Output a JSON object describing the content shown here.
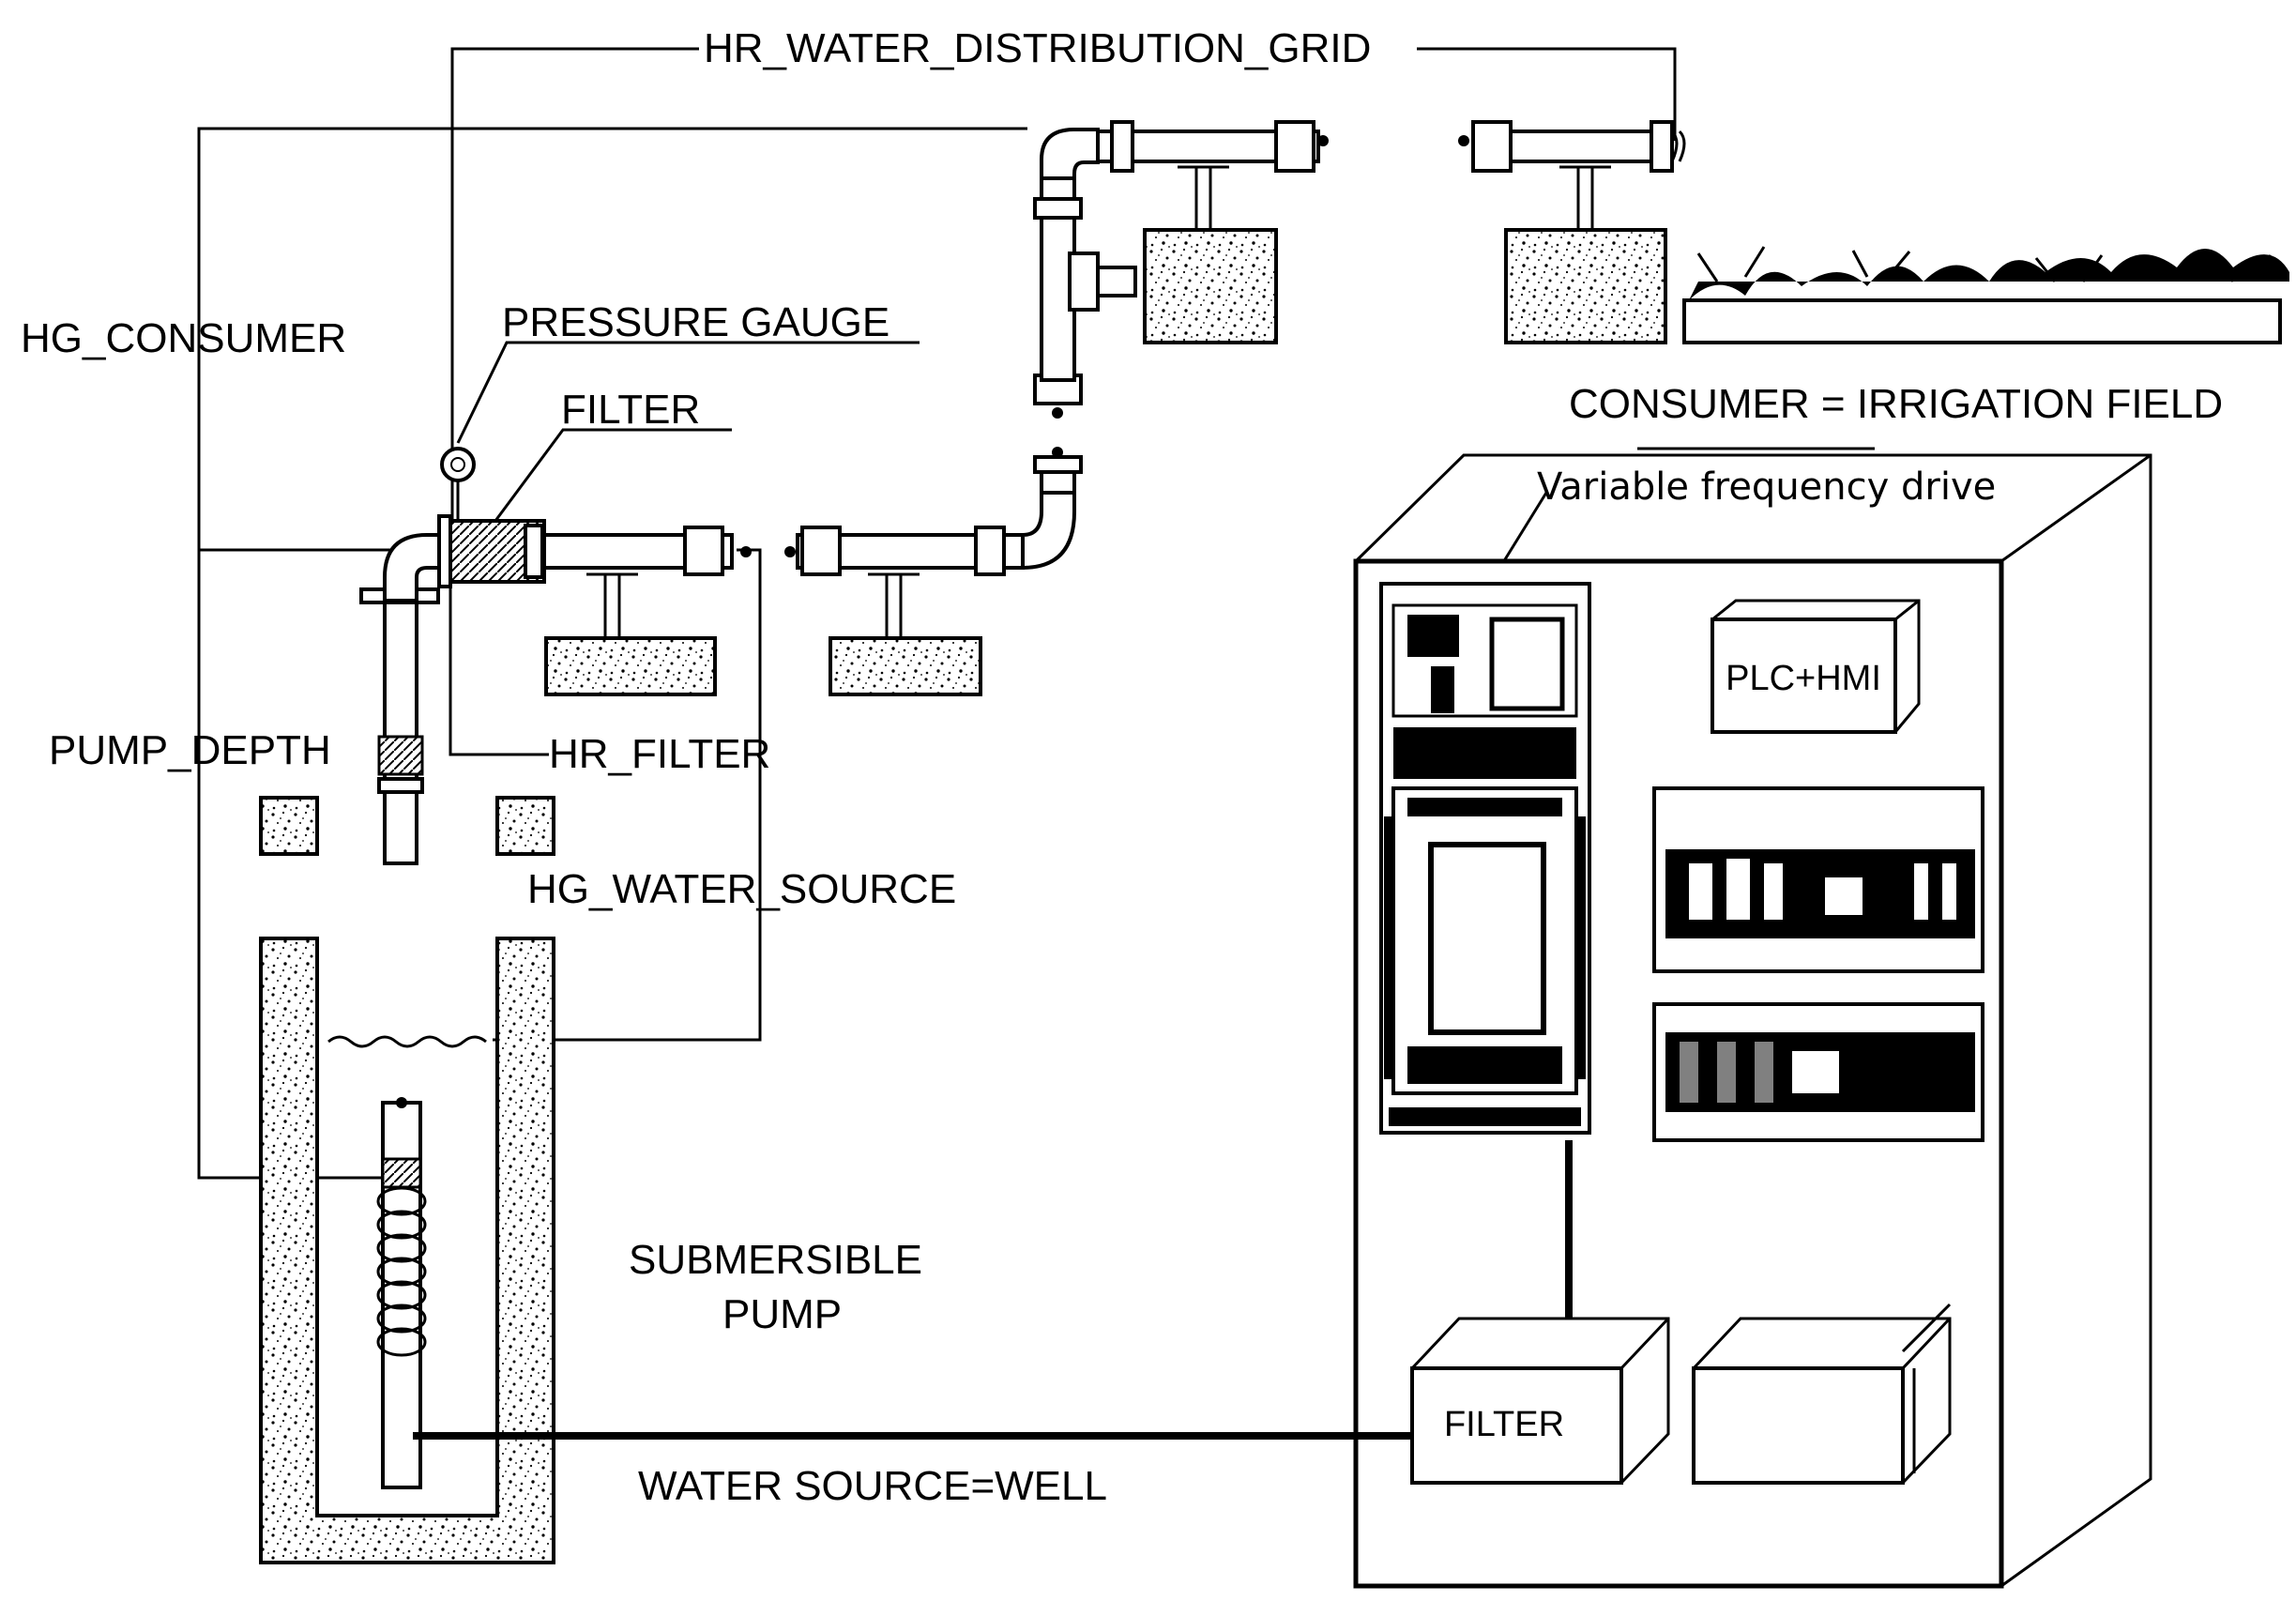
{
  "labels": {
    "grid": "HR_WATER_DISTRIBUTION_GRID",
    "hg_consumer": "HG_CONSUMER",
    "pressure_gauge": "PRESSURE GAUGE",
    "filter_top": "FILTER",
    "pump_depth": "PUMP_DEPTH",
    "hr_filter": "HR_FILTER",
    "hg_water_source": "HG_WATER_SOURCE",
    "submersible_line1": "SUBMERSIBLE",
    "submersible_line2": "PUMP",
    "water_source": "WATER SOURCE=WELL",
    "consumer": "CONSUMER = IRRIGATION FIELD",
    "vfd": "Variable frequency drive",
    "plc": "PLC+HMI",
    "filter_box": "FILTER"
  },
  "colors": {
    "line": "#000000",
    "background": "#ffffff"
  }
}
